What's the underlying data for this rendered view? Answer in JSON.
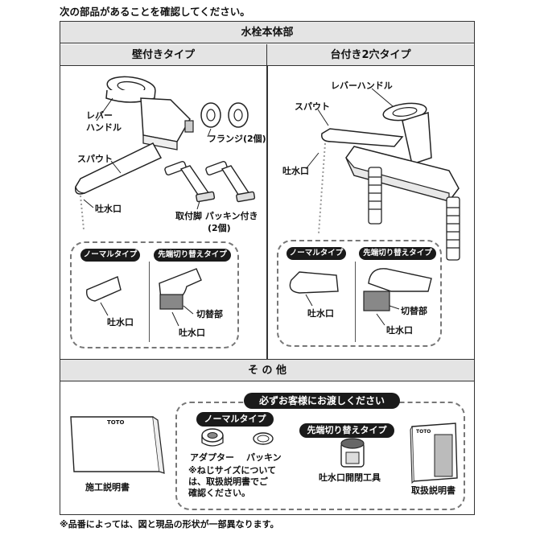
{
  "intro": "次の部品があることを確認してください。",
  "main_section": {
    "title": "水栓本体部",
    "left": {
      "title": "壁付きタイプ",
      "labels": {
        "lever_handle_1": "レバー",
        "lever_handle_2": "ハンドル",
        "spout": "スパウト",
        "outlet": "吐水口",
        "flange": "フランジ(2個)",
        "mount_leg_1": "取付脚 パッキン付き",
        "mount_leg_2": "(2個)"
      },
      "types": {
        "normal": "ノーマルタイプ",
        "switch": "先端切り替えタイプ",
        "outlet_normal": "吐水口",
        "switch_part": "切替部",
        "outlet_switch": "吐水口"
      }
    },
    "right": {
      "title": "台付き2穴タイプ",
      "labels": {
        "lever_handle": "レバーハンドル",
        "spout": "スパウト",
        "outlet": "吐水口"
      },
      "types": {
        "normal": "ノーマルタイプ",
        "switch": "先端切り替えタイプ",
        "outlet_normal": "吐水口",
        "switch_part": "切替部",
        "outlet_switch": "吐水口"
      }
    }
  },
  "other_section": {
    "title": "そ の 他",
    "construction_manual": "施工説明書",
    "brand_text": "TOTO",
    "must_hand": "必ずお客様にお渡しください",
    "normal_type": "ノーマルタイプ",
    "adapter": "アダプター",
    "packing": "パッキン",
    "thread_note": [
      "※ねじサイズについて",
      "は、取扱説明書でご",
      "確認ください。"
    ],
    "switch_type": "先端切り替えタイプ",
    "outlet_tool": "吐水口開閉工具",
    "user_manual": "取扱説明書"
  },
  "footnote": "※品番によっては、図と現品の形状が一部異なります。"
}
